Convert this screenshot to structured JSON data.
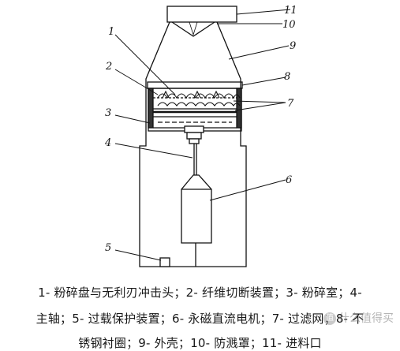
{
  "callouts": {
    "n1": "1",
    "n2": "2",
    "n3": "3",
    "n4": "4",
    "n5": "5",
    "n6": "6",
    "n7": "7",
    "n8": "8",
    "n9": "9",
    "n10": "10",
    "n11": "11"
  },
  "caption": {
    "line1": "1- 粉碎盘与无利刃冲击头；2- 纤维切断装置；3- 粉碎室；4-",
    "line2": "主轴；5- 过载保护装置；6- 永磁直流电机；7- 过滤网；8- 不",
    "line3": "锈钢衬圈；9- 外壳；10- 防溅罩；11- 进料口"
  },
  "watermark": {
    "badge": "值",
    "text": "什么值得买"
  }
}
